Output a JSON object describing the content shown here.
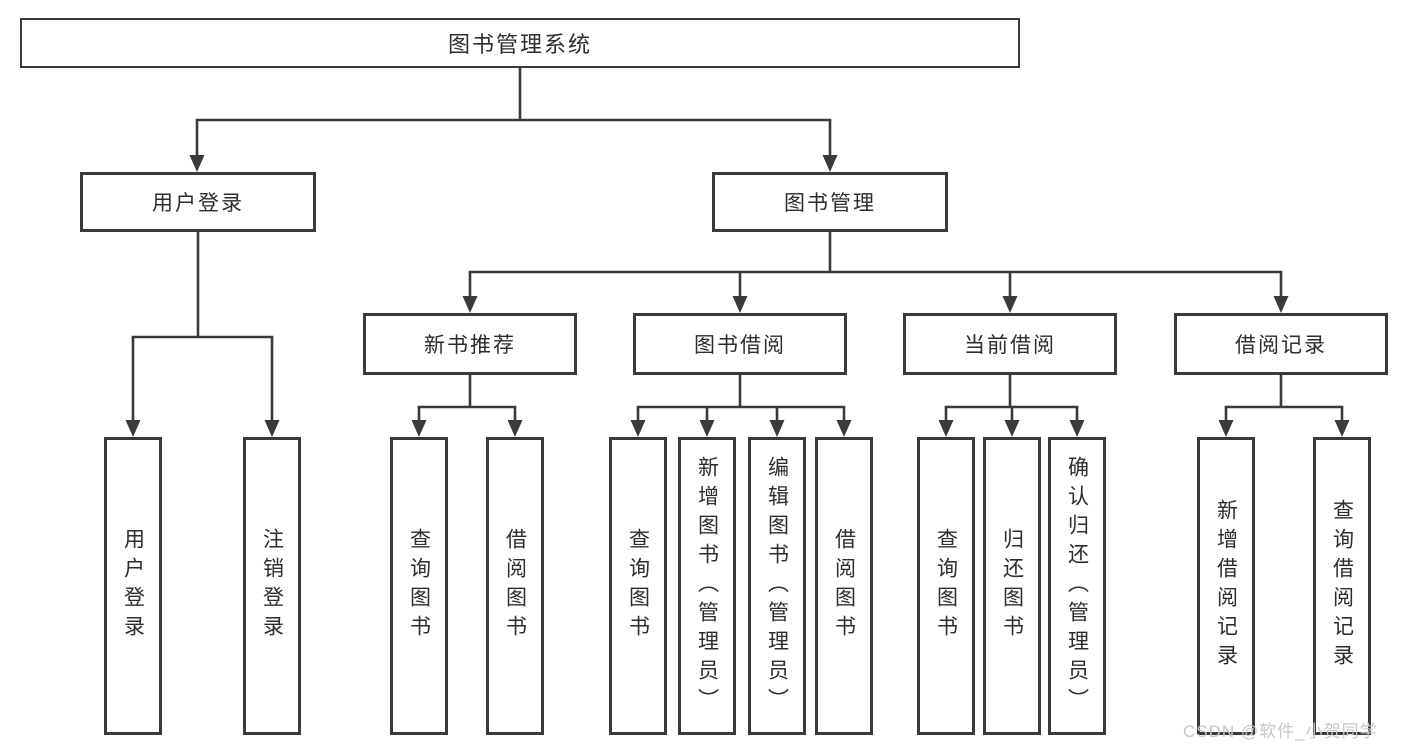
{
  "nodes": {
    "root": "图书管理系统",
    "level2": [
      "用户登录",
      "图书管理"
    ],
    "level3": [
      "新书推荐",
      "图书借阅",
      "当前借阅",
      "借阅记录"
    ],
    "leaves": {
      "login": [
        "用户登录",
        "注销登录"
      ],
      "recommend": [
        "查询图书",
        "借阅图书"
      ],
      "borrow": [
        "查询图书",
        "新增图书（管理员）",
        "编辑图书（管理员）",
        "借阅图书"
      ],
      "current": [
        "查询图书",
        "归还图书",
        "确认归还（管理员）"
      ],
      "records": [
        "新增借阅记录",
        "查询借阅记录"
      ]
    }
  },
  "colors": {
    "line": "#3a3a3a",
    "text": "#2d2d2d",
    "watermark": "#c7c7c7"
  },
  "watermark": {
    "text": "CSDN @软件_小贺同学"
  }
}
